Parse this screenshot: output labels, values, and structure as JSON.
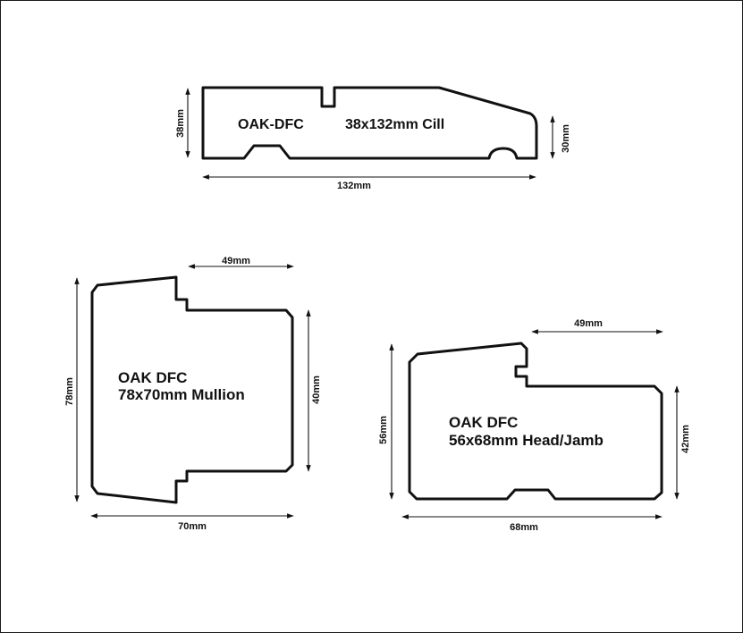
{
  "cill": {
    "name": "OAK-DFC",
    "spec": "38x132mm Cill",
    "dim_height": "38mm",
    "dim_front": "30mm",
    "dim_width": "132mm"
  },
  "mullion": {
    "line1": "OAK DFC",
    "line2": "78x70mm Mullion",
    "dim_top": "49mm",
    "dim_height": "78mm",
    "dim_inner": "40mm",
    "dim_width": "70mm"
  },
  "head_jamb": {
    "line1": "OAK DFC",
    "line2": "56x68mm Head/Jamb",
    "dim_top": "49mm",
    "dim_height": "56mm",
    "dim_inner": "42mm",
    "dim_width": "68mm"
  },
  "colors": {
    "stroke": "#111111",
    "background": "#ffffff"
  }
}
